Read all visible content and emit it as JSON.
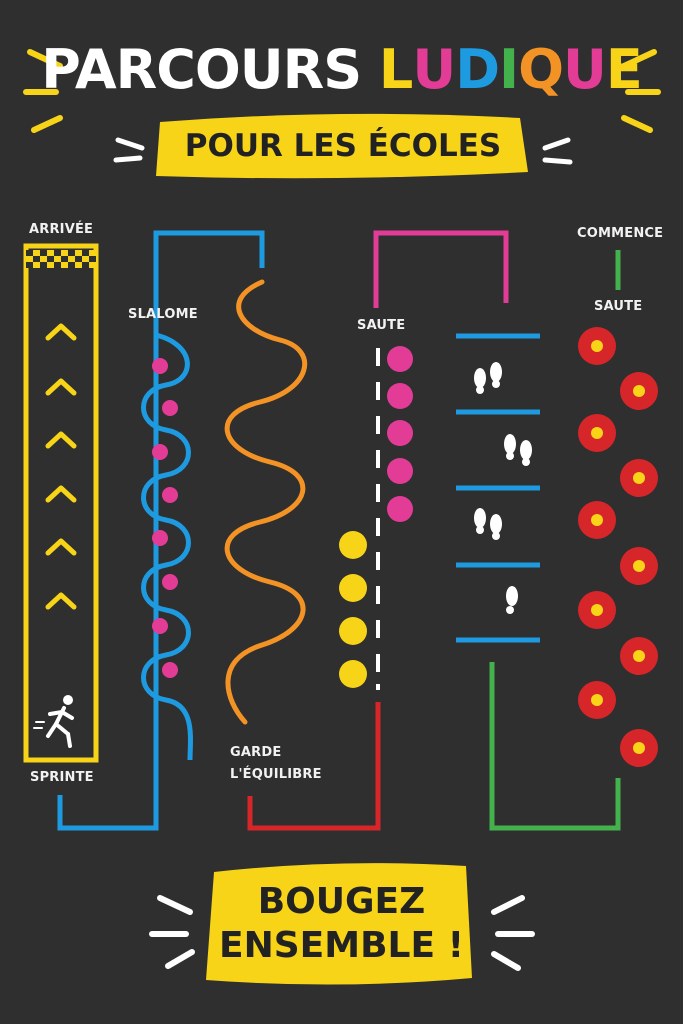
{
  "title": {
    "word1": "PARCOURS",
    "word2_letters": [
      {
        "ch": "L",
        "color": "#f7d417"
      },
      {
        "ch": "U",
        "color": "#e23c96"
      },
      {
        "ch": "D",
        "color": "#1e9be0"
      },
      {
        "ch": "I",
        "color": "#43b24c"
      },
      {
        "ch": "Q",
        "color": "#f39325"
      },
      {
        "ch": "U",
        "color": "#e23c96"
      },
      {
        "ch": "E",
        "color": "#f7d417"
      }
    ]
  },
  "subtitle": "POUR LES ÉCOLES",
  "labels": {
    "arrivee": "ARRIVÉE",
    "slalome": "SLALOME",
    "saute_middle": "SAUTE",
    "commence": "COMMENCE",
    "saute_right": "SAUTE",
    "sprinte": "SPRINTE",
    "garde_line1": "GARDE",
    "garde_line2": "L'ÉQUILIBRE"
  },
  "cta": {
    "line1": "BOUGEZ",
    "line2": "ENSEMBLE !"
  },
  "colors": {
    "background": "#2f2f30",
    "yellow": "#f7d417",
    "blue": "#1e9be0",
    "pink": "#e23c96",
    "orange": "#f39325",
    "red": "#d7262a",
    "green": "#43b24c",
    "white": "#ffffff"
  },
  "icons": [
    "chevron-up-icon",
    "running-person-icon",
    "footprints-icon",
    "checkered-finish-icon"
  ]
}
